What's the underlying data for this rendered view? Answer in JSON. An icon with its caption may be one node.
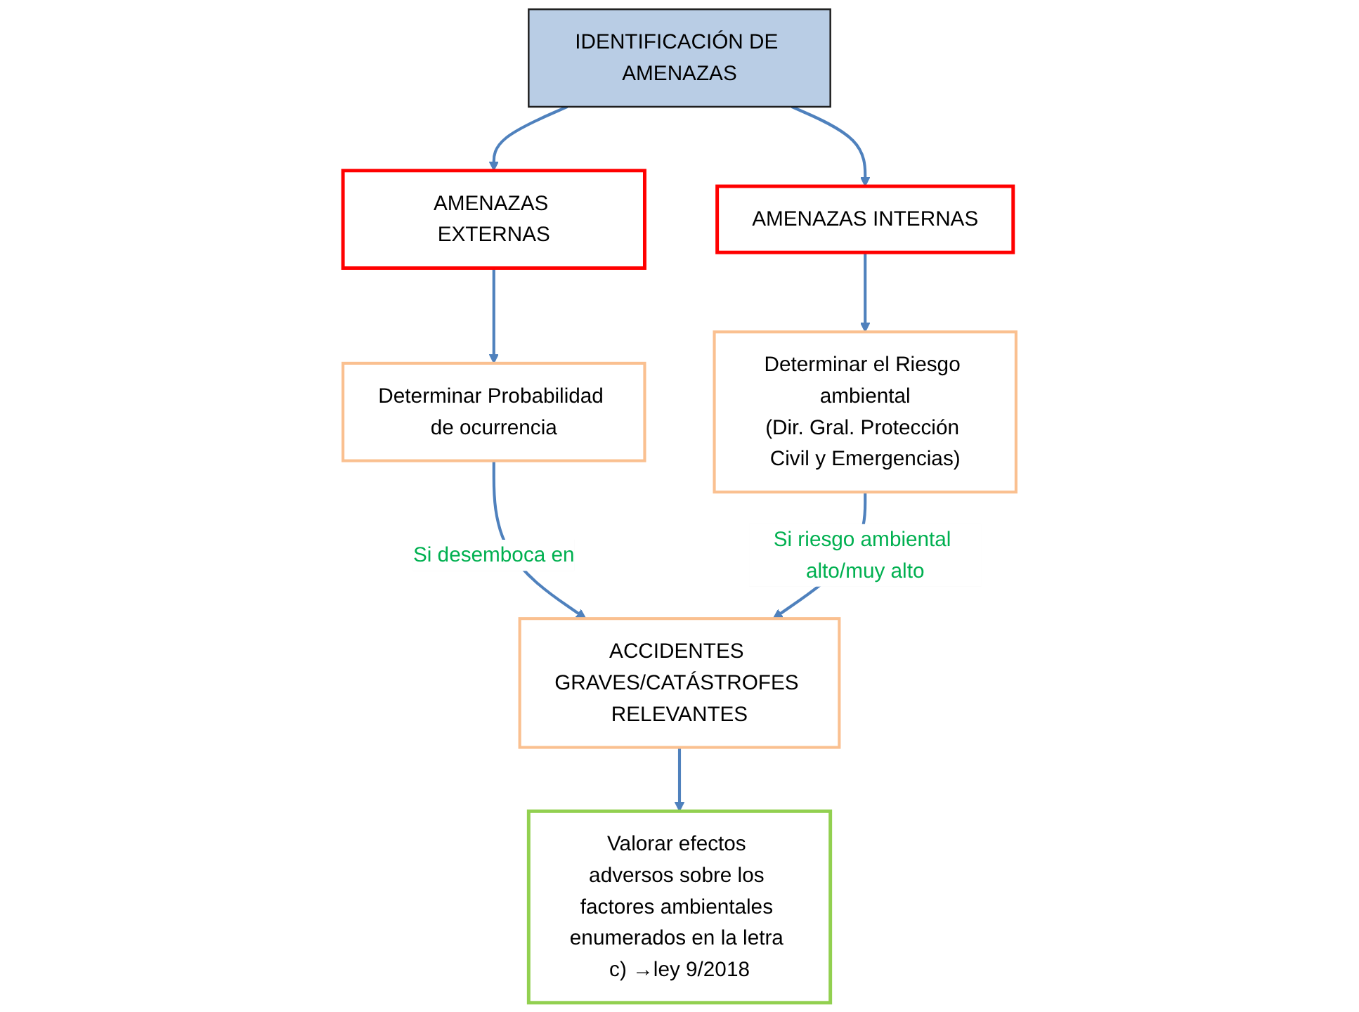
{
  "diagram": {
    "nodes": [
      {
        "text": [
          "IDENTIFICACIÓN DE AMENAZAS"
        ]
      },
      {
        "text": [
          "AMENAZAS EXTERNAS"
        ]
      },
      {
        "text": [
          "Determinar Probabilidad de ocurrencia"
        ]
      },
      {
        "text": [
          "AMENAZAS INTERNAS"
        ]
      },
      {
        "text": [
          "Determinar el Riesgo ambiental",
          "(Dir. Gral. Protección Civil y Emergencias)"
        ]
      },
      {
        "text": [
          "ACCIDENTES GRAVES/CATÁSTROFES RELEVANTES"
        ]
      },
      {
        "text": [
          "Valorar efectos adversos sobre los factores ambientales enumerados en la letra c) →ley 9/2018"
        ]
      }
    ],
    "edges": [
      {
        "from": 0,
        "to": 1,
        "arrow": "to"
      },
      {
        "from": 1,
        "to": 2,
        "arrow": "to"
      },
      {
        "from": 0,
        "to": 3,
        "arrow": "to"
      },
      {
        "from": 3,
        "to": 4,
        "arrow": "to"
      },
      {
        "from": 2,
        "to": 5,
        "arrow": "to",
        "label": "Si desemboca en"
      },
      {
        "from": 4,
        "to": 5,
        "arrow": "to",
        "label": "Si riesgo ambiental alto/muy alto"
      },
      {
        "from": 5,
        "to": 6,
        "arrow": "to"
      }
    ]
  }
}
